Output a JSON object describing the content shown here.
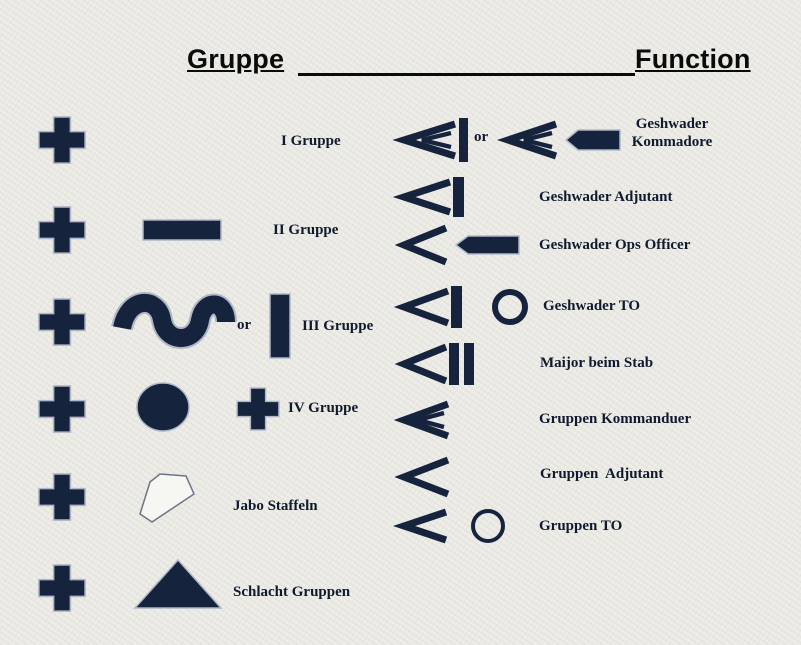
{
  "headers": {
    "left": "Gruppe",
    "right": "Function"
  },
  "gruppe_labels": {
    "g1": "I Gruppe",
    "g2": "II Gruppe",
    "g3": "III Gruppe",
    "g4": "IV Gruppe",
    "jabo": "Jabo Staffeln",
    "schlacht": "Schlacht Gruppen",
    "or": "or"
  },
  "function_labels": {
    "or": "or",
    "kommodore_line1": "Geshwader",
    "kommodore_line2": "Kommadore",
    "adjutant": "Geshwader Adjutant",
    "ops": "Geshwader Ops Officer",
    "to": "Geshwader TO",
    "maijor": "Maijor beim Stab",
    "kommanduer": "Gruppen Kommanduer",
    "gruppen_adjutant": "Gruppen  Adjutant",
    "gruppen_to": "Gruppen TO"
  },
  "colors": {
    "symbol": "#16233d",
    "outline": "#aeb7c6",
    "heading": "#0b0b0b"
  }
}
